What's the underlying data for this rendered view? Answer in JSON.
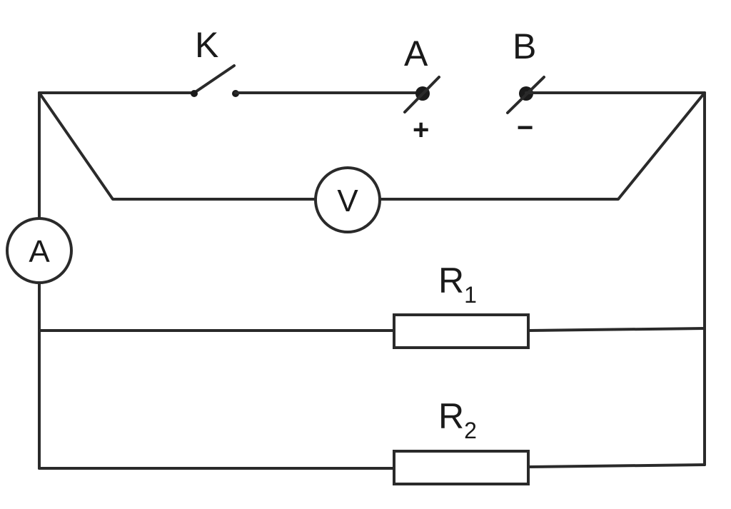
{
  "labels": {
    "switch": "K",
    "terminal_a": "A",
    "terminal_b": "B",
    "plus": "+",
    "minus": "−",
    "voltmeter": "V",
    "ammeter": "A",
    "r1_letter": "R",
    "r1_sub": "1",
    "r2_letter": "R",
    "r2_sub": "2"
  },
  "colors": {
    "stroke": "#2a2a2a",
    "background": "#ffffff"
  }
}
